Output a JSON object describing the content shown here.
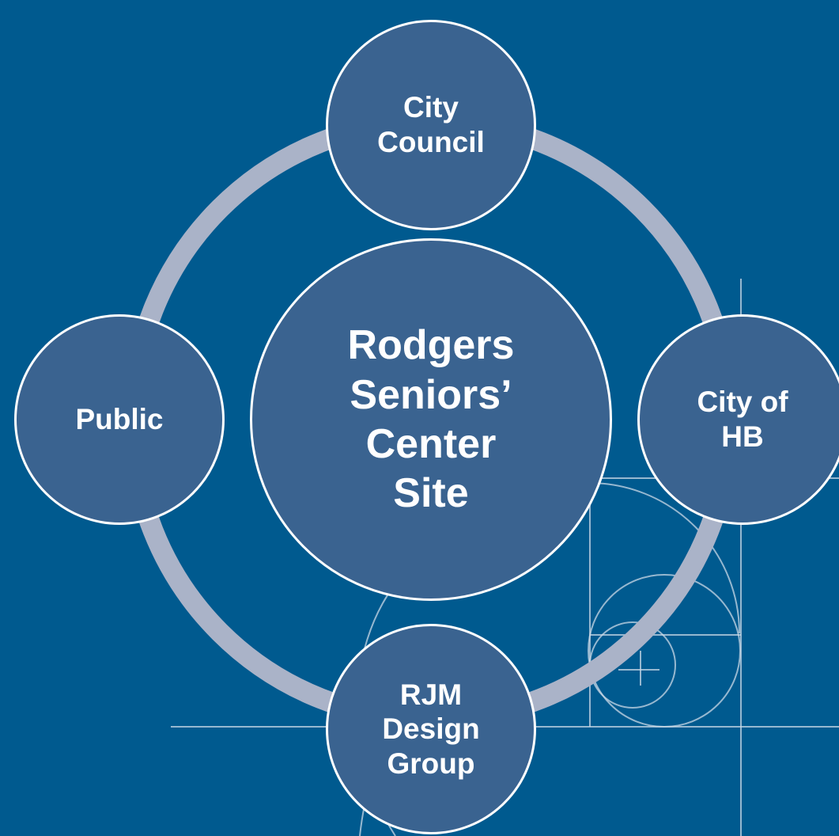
{
  "diagram": {
    "center": {
      "label": "Rodgers\nSeniors’\nCenter\nSite"
    },
    "nodes": {
      "top": {
        "label": "City\nCouncil"
      },
      "left": {
        "label": "Public"
      },
      "right": {
        "label": "City of\nHB"
      },
      "bottom": {
        "label": "RJM\nDesign\nGroup"
      }
    },
    "colors": {
      "background": "#005a8f",
      "node_fill": "#3a6390",
      "node_border": "#ffffff",
      "ring": "#aab3c8",
      "blueprint_lines": "#c9d8e6"
    }
  }
}
